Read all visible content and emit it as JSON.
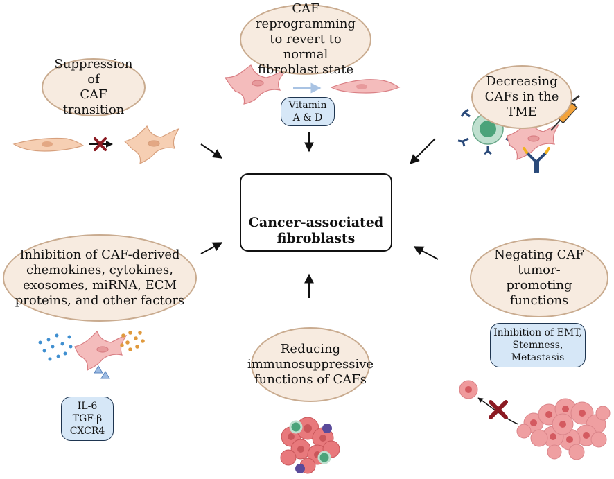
{
  "center": {
    "label": "Cancer-associated\nfibroblasts"
  },
  "strategies": {
    "reprogramming": "CAF reprogramming\nto revert to normal\nfibroblast state",
    "suppression": "Suppression of\nCAF transition",
    "decreasing": "Decreasing\nCAFs in the\nTME",
    "inhibition": "Inhibition of CAF-derived\nchemokines, cytokines,\nexosomes, miRNA, ECM\nproteins, and other factors",
    "negating": "Negating CAF tumor-\npromoting functions",
    "reducing": "Reducing\nimmunosuppressive\nfunctions of CAFs"
  },
  "boxes": {
    "vitamin": "Vitamin\nA & D",
    "emt": "Inhibition of EMT,\nStemness,\nMetastasis",
    "factors": "IL-6\nTGF-β\nCXCR4"
  },
  "colors": {
    "oval_fill": "#f7ebe0",
    "oval_border": "#c9ab8f",
    "box_fill": "#d6e7f7",
    "box_border": "#1e3550",
    "caf_fill": "#f4bcbc",
    "caf_stroke": "#d97f84",
    "fibroblast_fill": "#f6cfb3",
    "tumor_fill": "#e8797c",
    "inhibit_x": "#8b1a22"
  }
}
